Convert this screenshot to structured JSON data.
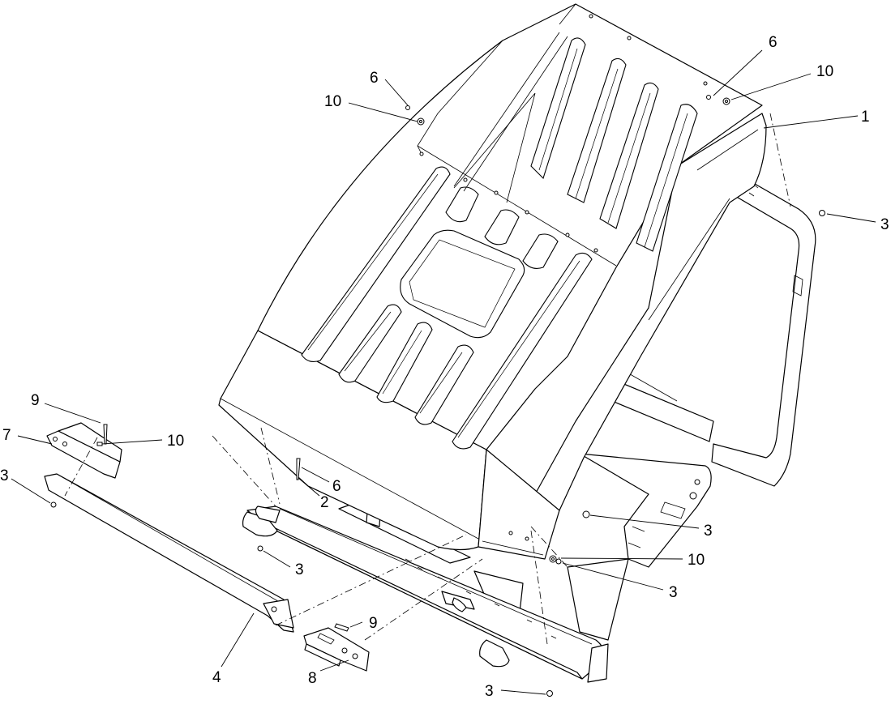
{
  "callouts": [
    {
      "id": "c1",
      "label": "1"
    },
    {
      "id": "c2",
      "label": "2"
    },
    {
      "id": "c3a",
      "label": "3"
    },
    {
      "id": "c3b",
      "label": "3"
    },
    {
      "id": "c3c",
      "label": "3"
    },
    {
      "id": "c3d",
      "label": "3"
    },
    {
      "id": "c3e",
      "label": "3"
    },
    {
      "id": "c3f",
      "label": "3"
    },
    {
      "id": "c4",
      "label": "4"
    },
    {
      "id": "c6a",
      "label": "6"
    },
    {
      "id": "c6b",
      "label": "6"
    },
    {
      "id": "c6c",
      "label": "6"
    },
    {
      "id": "c7",
      "label": "7"
    },
    {
      "id": "c8",
      "label": "8"
    },
    {
      "id": "c9a",
      "label": "9"
    },
    {
      "id": "c9b",
      "label": "9"
    },
    {
      "id": "c10a",
      "label": "10"
    },
    {
      "id": "c10b",
      "label": "10"
    },
    {
      "id": "c10c",
      "label": "10"
    },
    {
      "id": "c10d",
      "label": "10"
    }
  ]
}
